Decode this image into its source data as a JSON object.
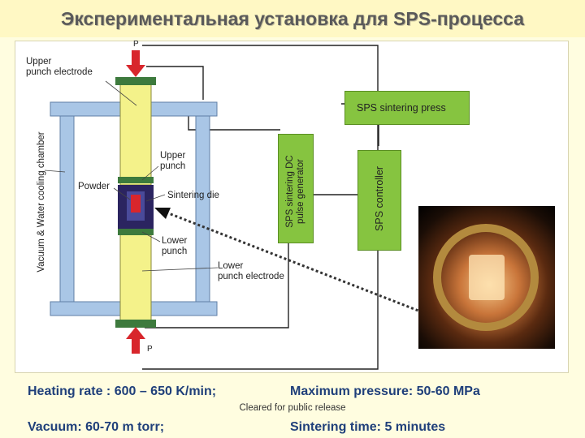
{
  "title": "Экспериментальная установка для SPS-процесса",
  "labels": {
    "p_top": "P",
    "upper_punch_electrode": "Upper\npunch electrode",
    "chamber": "Vacuum & Water cooling chamber",
    "upper_punch": "Upper\npunch",
    "powder": "Powder",
    "sintering_die": "Sintering die",
    "lower_punch": "Lower\npunch",
    "lower_punch_electrode": "Lower\npunch electrode",
    "p_bottom": "P",
    "sps_press": "SPS sintering press",
    "generator": "SPS sintering DC\npulse generator",
    "controller": "SPS controller"
  },
  "info": {
    "heating_rate": "Heating rate : 600 – 650 K/min;",
    "max_pressure": "Maximum pressure: 50-60 MPa",
    "note": "Cleared for public release",
    "vacuum": "Vacuum: 60-70 m torr;",
    "sintering_time": "Sintering time: 5 minutes"
  },
  "colors": {
    "green_box": "#86c440",
    "punch_yellow": "#f4f28a",
    "frame_blue": "#a9c6e6",
    "die_navy": "#2b2460",
    "powder_red": "#d8262c",
    "info_text": "#1f3f7a"
  }
}
